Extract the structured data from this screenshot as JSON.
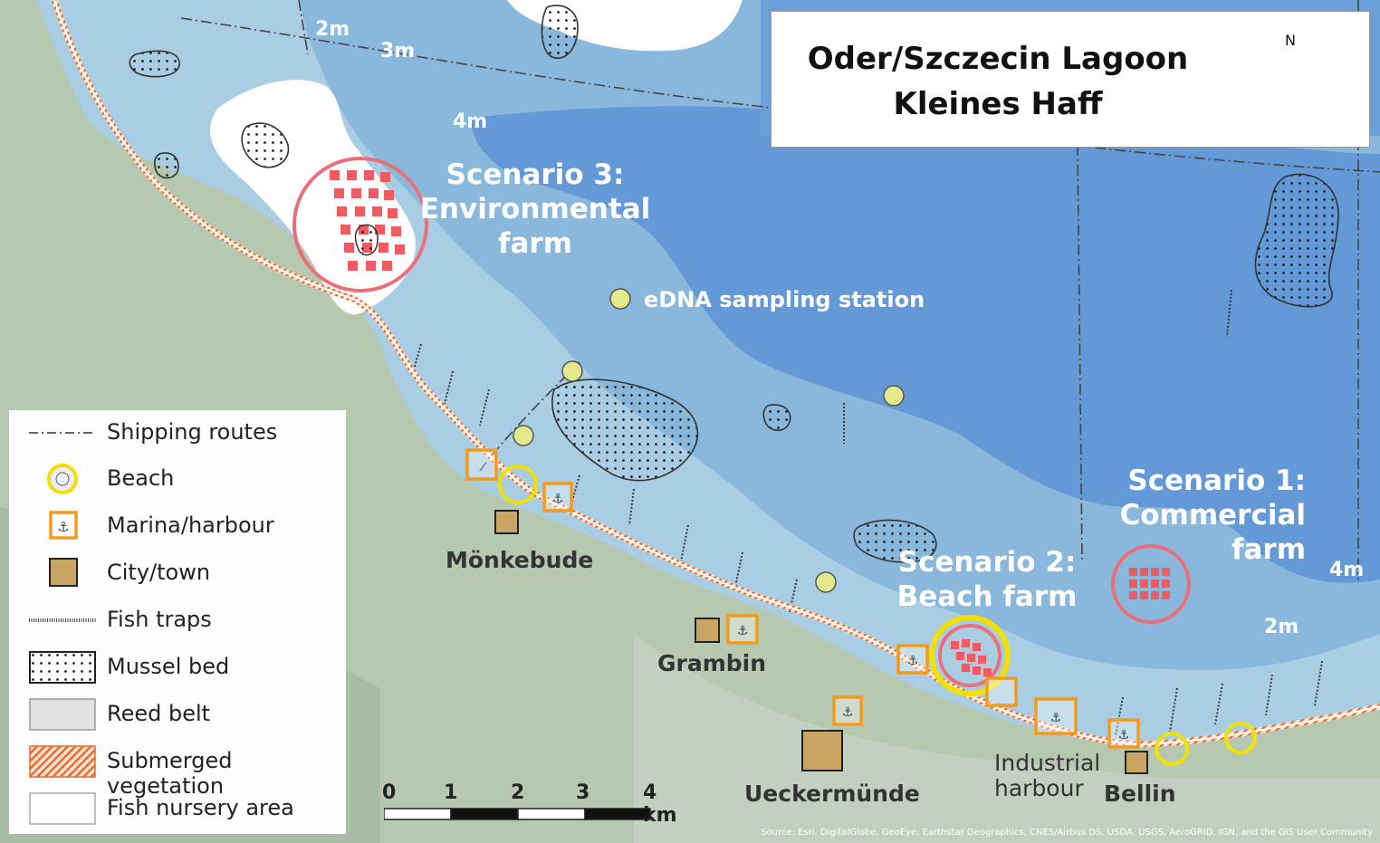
{
  "map": {
    "title_line1": "Oder/Szczecin Lagoon",
    "title_line2": "Kleines Haff",
    "north_label": "N",
    "depth_labels": [
      "2m",
      "3m",
      "4m",
      "4m",
      "2m"
    ],
    "scenarios": {
      "s3": [
        "Scenario 3:",
        "Environmental",
        "farm"
      ],
      "s2": [
        "Scenario 2:",
        "Beach farm"
      ],
      "s1": [
        "Scenario 1:",
        "Commercial",
        "farm"
      ]
    },
    "edna_label": "eDNA sampling  station",
    "places": {
      "monkebude": "Mönkebude",
      "grambin": "Grambin",
      "ueckermunde": "Ueckermünde",
      "bellin": "Bellin",
      "industrial_1": "Industrial",
      "industrial_2": "harbour"
    },
    "source": "Source: Esri, DigitalGlobe, GeoEye, Earthstar Geographics, CNES/Airbus DS, USDA, USGS, AeroGRID, IGN, and the GIS User Community"
  },
  "legend": {
    "items": [
      {
        "label": "Shipping routes",
        "symbol": "dash-dot-line"
      },
      {
        "label": "Beach",
        "symbol": "yellow-circle-icon"
      },
      {
        "label": "Marina/harbour",
        "symbol": "anchor-icon"
      },
      {
        "label": "City/town",
        "symbol": "tan-square"
      },
      {
        "label": "Fish traps",
        "symbol": "hatched-line"
      },
      {
        "label": "Mussel bed",
        "symbol": "dotted-box"
      },
      {
        "label": "Reed belt",
        "symbol": "grey-box"
      },
      {
        "label": "Submerged vegetation",
        "symbol": "orange-hatch-box"
      },
      {
        "label": "Fish nursery area",
        "symbol": "white-box"
      }
    ]
  },
  "scale": {
    "ticks": [
      "0",
      "1",
      "2",
      "3",
      "4 km"
    ]
  },
  "colors": {
    "land": "#b9c9b4",
    "shallow_water": "#a7cde2",
    "mid_water": "#8ab8dc",
    "deep_water": "#5f97d4",
    "scenario_ring": "#e8707a",
    "farm_cell": "#ef5b63",
    "beach": "#f2e000",
    "harbour": "#f29b1c",
    "town": "#c9a563",
    "vegetation": "#e8692a"
  }
}
